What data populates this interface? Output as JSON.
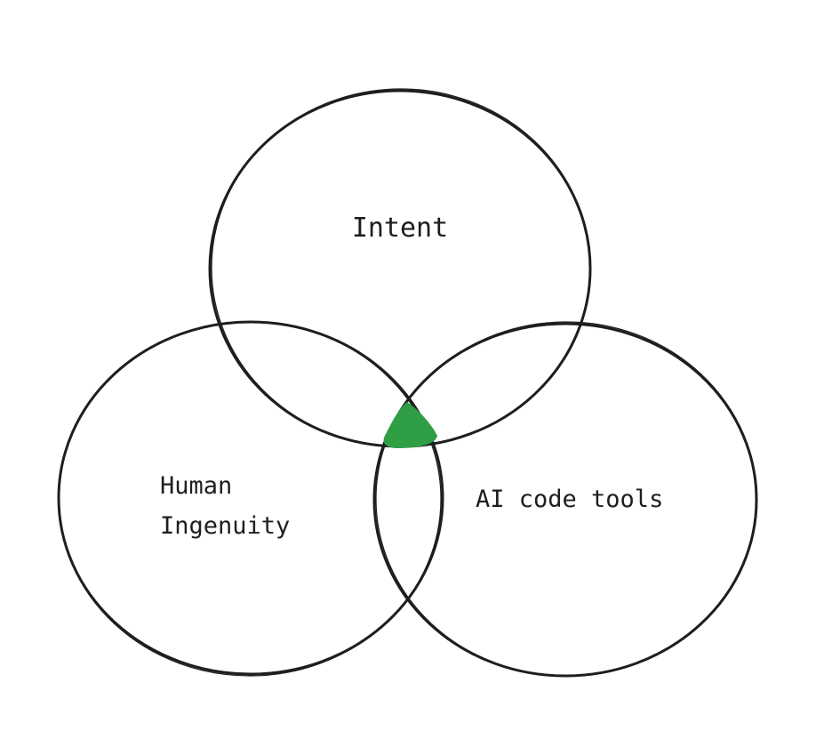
{
  "diagram": {
    "circles": [
      {
        "id": "intent",
        "label": "Intent"
      },
      {
        "id": "human",
        "label_lines": [
          "Human",
          "Ingenuity"
        ]
      },
      {
        "id": "ai",
        "label": "AI code tools"
      }
    ],
    "intersection_color": "#2f9e44",
    "stroke_color": "#1e1e1e"
  }
}
